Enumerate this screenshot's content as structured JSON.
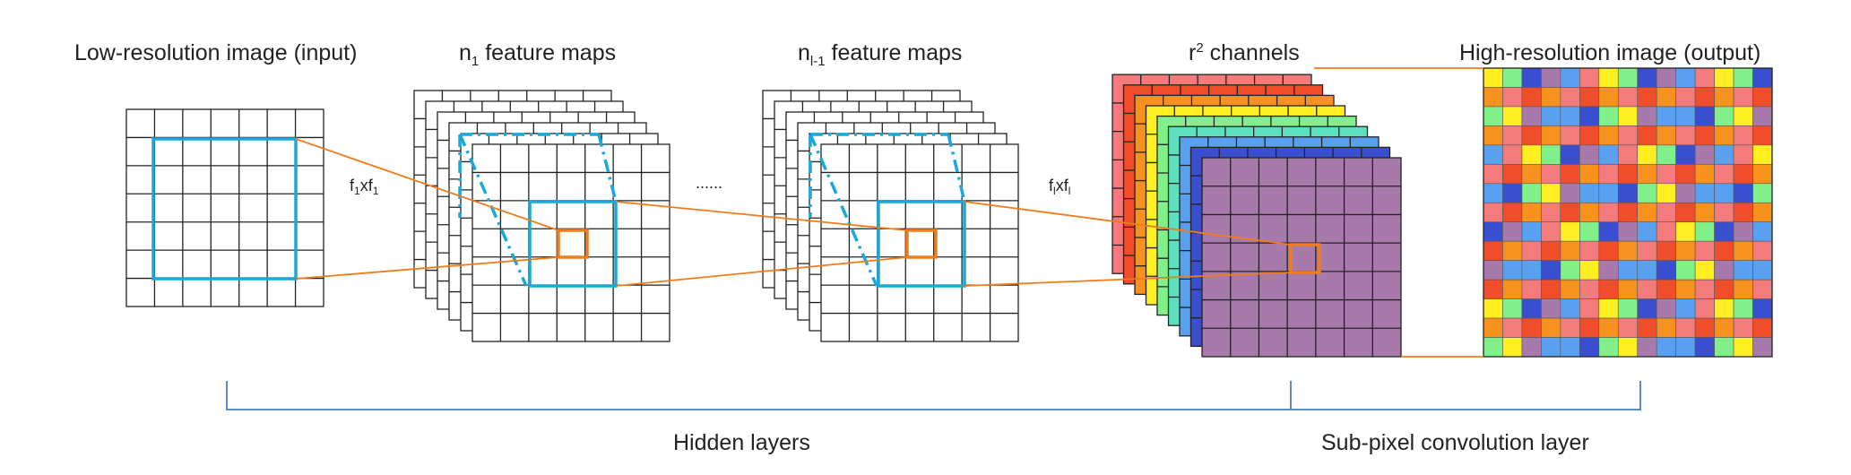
{
  "labels": {
    "input_title": "Low-resolution image (input)",
    "n1_base": "n",
    "n1_sub": "1",
    "n1_rest": " feature maps",
    "nl_base": "n",
    "nl_sub": "l-1",
    "nl_rest": " feature maps",
    "channels_base": "r",
    "channels_sup": "2",
    "channels_rest": " channels",
    "output_title": "High-resolution image (output)",
    "filter1_base": "f",
    "filter1_sub1": "1",
    "filter1_mid": "xf",
    "filter1_sub2": "1",
    "filterl_base": "f",
    "filterl_sub1": "l",
    "filterl_mid": "xf",
    "filterl_sub2": "l",
    "ellipsis": "......",
    "hidden_layers": "Hidden layers",
    "subpixel_layer": "Sub-pixel convolution layer"
  },
  "colors": {
    "grid": "#222222",
    "receptive_field": "#18a8dc",
    "kernel": "#f07c1a",
    "brace": "#4a7cc8",
    "channels": [
      "#f47b7b",
      "#f04e2a",
      "#f7921e",
      "#ffee22",
      "#82f08a",
      "#5ee0c0",
      "#5aa0f0",
      "#3a4fd0",
      "#a87aac"
    ],
    "output_palette": [
      "#f47b7b",
      "#f04e2a",
      "#f7921e",
      "#ffee22",
      "#82f08a",
      "#5aa0f0",
      "#3a4fd0",
      "#a87aac"
    ]
  }
}
